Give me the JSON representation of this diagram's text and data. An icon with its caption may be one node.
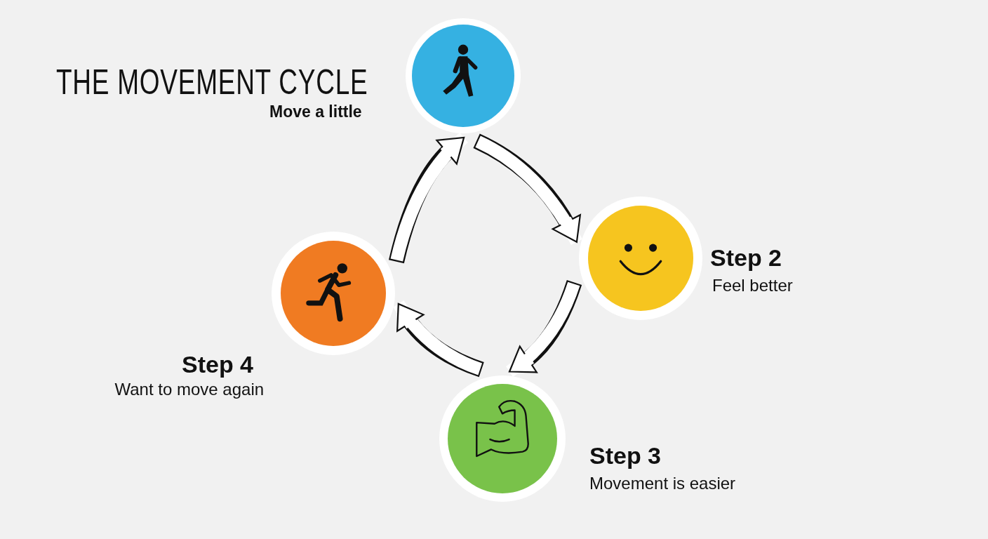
{
  "diagram": {
    "title": "THE MOVEMENT CYCLE",
    "nodes": [
      {
        "text": [],
        "shape": "circle",
        "beside": [
          "Move a little"
        ]
      },
      {
        "text": [],
        "shape": "circle",
        "beside": [
          "Step 2",
          "Feel better"
        ]
      },
      {
        "text": [],
        "shape": "circle",
        "beside": [
          "Step 3",
          "Movement is easier"
        ]
      },
      {
        "text": [],
        "shape": "circle",
        "beside": [
          "Step 4",
          "Want to move again"
        ]
      }
    ],
    "edges": [
      {
        "from": 0,
        "to": 1,
        "arrow": "to"
      },
      {
        "from": 1,
        "to": 2,
        "arrow": "to"
      },
      {
        "from": 2,
        "to": 3,
        "arrow": "to"
      },
      {
        "from": 3,
        "to": 0,
        "arrow": "to"
      }
    ]
  }
}
